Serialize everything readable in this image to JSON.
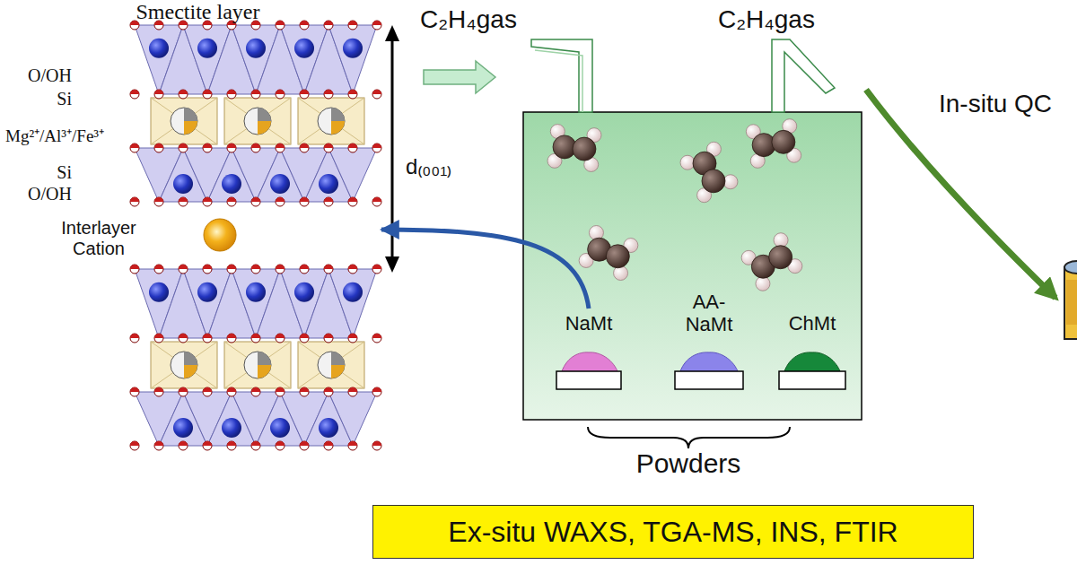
{
  "diagram": {
    "nodes": [
      {
        "text": [
          "Smectite layer"
        ]
      },
      {
        "text": [
          "NaMt"
        ]
      },
      {
        "text": [
          "AA-NaMt"
        ]
      },
      {
        "text": [
          "ChMt"
        ]
      },
      {
        "text": [
          "Ex-situ WAXS, TGA-MS, INS, FTIR"
        ]
      }
    ],
    "edges": [
      {
        "from": 1,
        "to": 0,
        "arrow": "to"
      }
    ],
    "labels": [
      "O/OH",
      "Si",
      "Mg²⁺/Al³⁺/Fe³⁺",
      "Si",
      "O/OH",
      "Interlayer Cation",
      "d₍₀₀₁₎",
      "C₂H₄gas",
      "C₂H₄gas",
      "In-situ QC",
      "Powders"
    ]
  }
}
